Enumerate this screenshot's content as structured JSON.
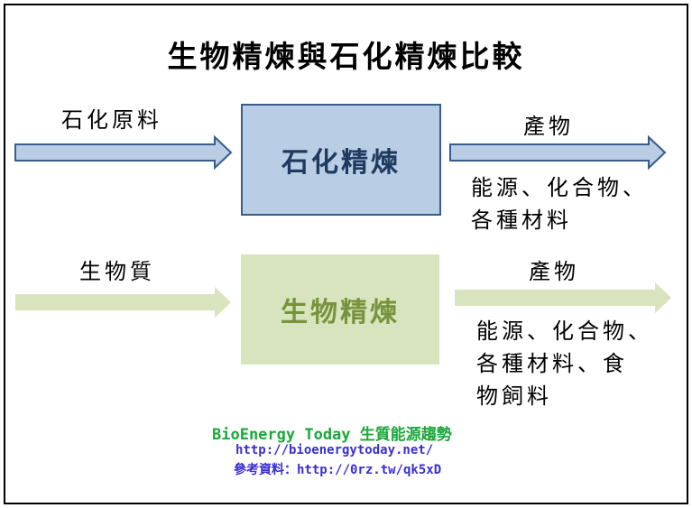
{
  "title": "生物精煉與石化精煉比較",
  "top": {
    "input_label": "石化原料",
    "process": "石化精煉",
    "output_label": "產物",
    "output_lines": [
      "能源、化合物、",
      "各種材料"
    ]
  },
  "bottom": {
    "input_label": "生物質",
    "process": "生物精煉",
    "output_label": "產物",
    "output_lines": [
      "能源、化合物、",
      "各種材料、食",
      "物飼料"
    ]
  },
  "footer": {
    "brand": "BioEnergy Today",
    "brand_cn": "生質能源趨勢",
    "url": "http://bioenergytoday.net/",
    "reference": "參考資料：http://0rz.tw/qk5xD"
  },
  "colors": {
    "blue_fill": "#b9cde5",
    "blue_stroke": "#385d8a",
    "green_fill": "#d7e4bd",
    "green_text": "#77933c",
    "brand_green": "#1aa83a",
    "link_blue": "#3a2fd0"
  }
}
